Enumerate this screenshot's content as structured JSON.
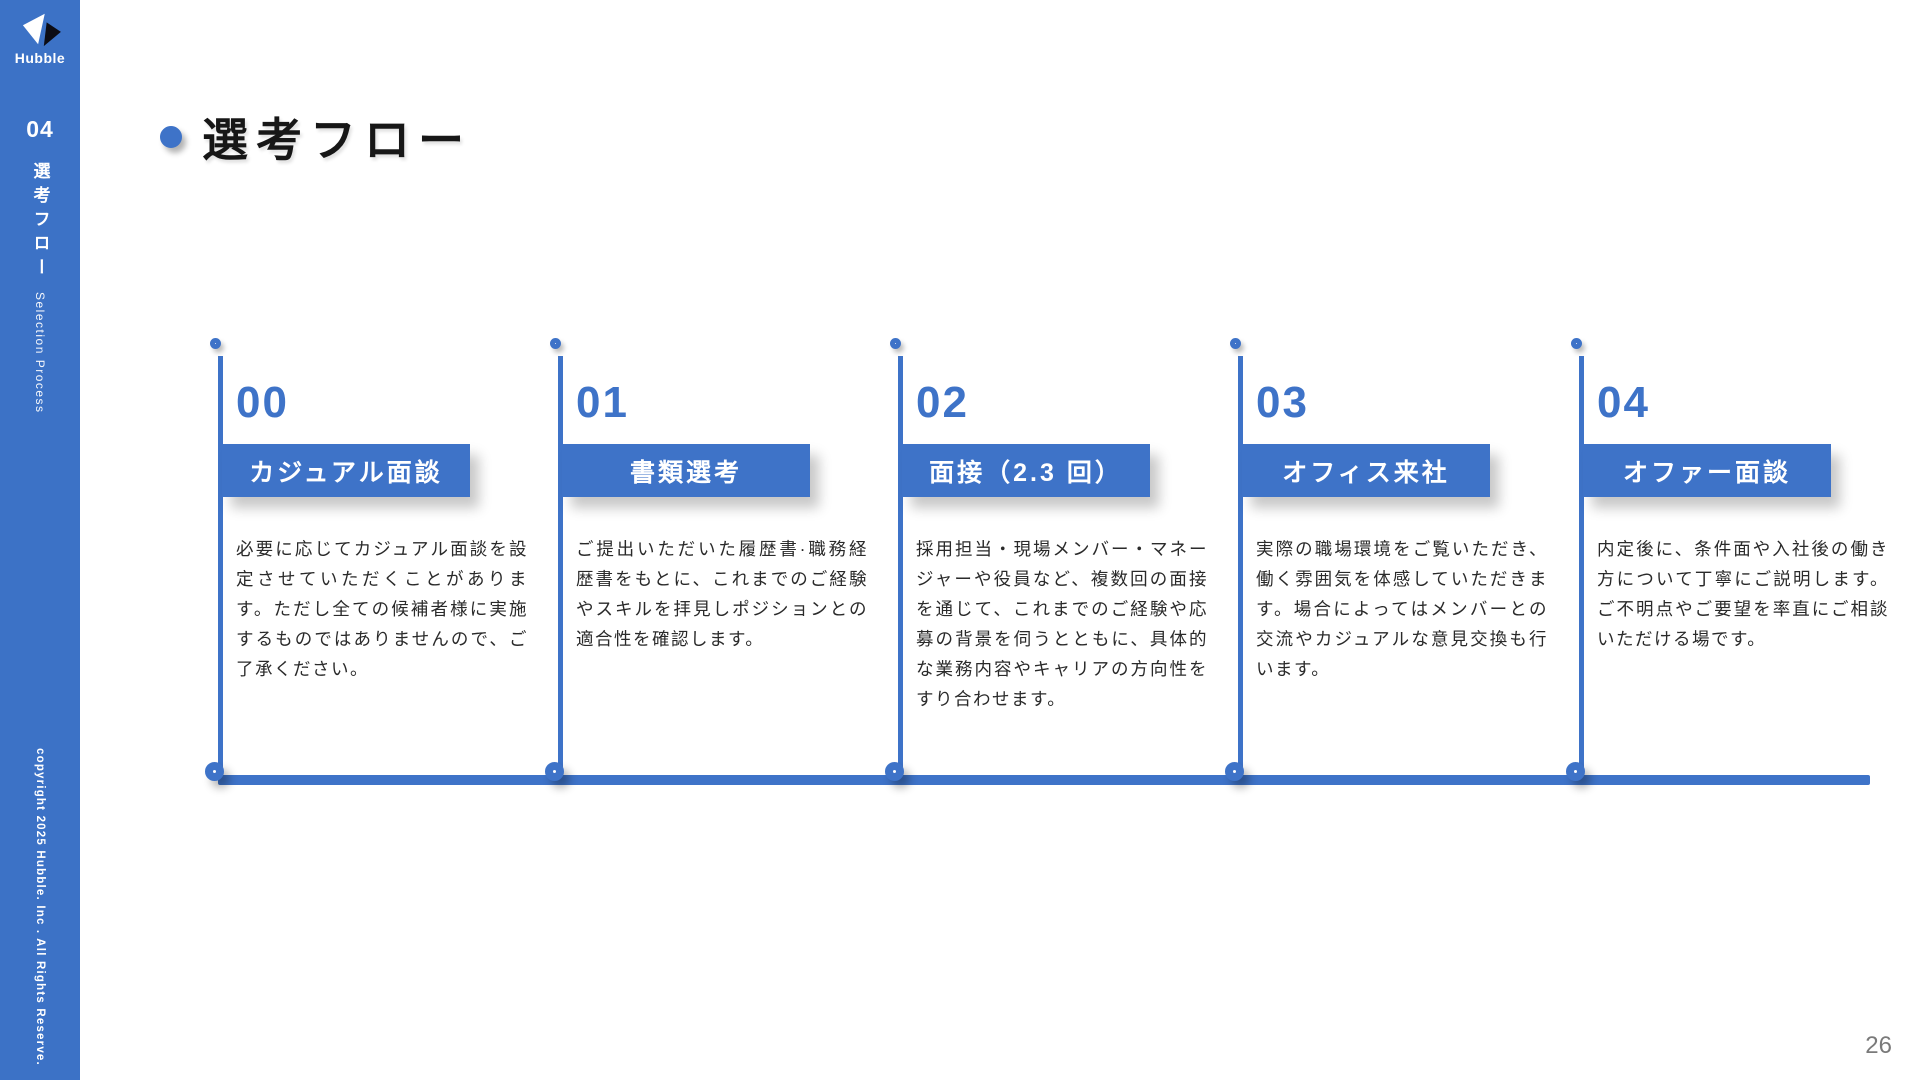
{
  "slide": {
    "page_number": "26",
    "colors": {
      "accent": "#3e73c8",
      "sidebar_bg": "#3c72c6",
      "bar_text": "#ffffff",
      "body_text": "#2a2a2a",
      "page_number_text": "#7a7a7a"
    }
  },
  "sidebar": {
    "logo_text": "Hubble",
    "section_number": "04",
    "section_title": "選考フロー",
    "section_subtitle": "Selection Process",
    "copyright": "copyright 2025 Hubble. Inc . All Rights Reserve."
  },
  "header": {
    "title": "選考フロー"
  },
  "timeline": {
    "steps": [
      {
        "number": "00",
        "label": "カジュアル面談",
        "description": "必要に応じてカジュアル面談を設定させていただくことがあります。ただし全ての候補者様に実施するものではありませんので、ご了承ください。"
      },
      {
        "number": "01",
        "label": "書類選考",
        "description": "ご提出いただいた履歴書·職務経歴書をもとに、これまでのご経験やスキルを拝見しポジションとの適合性を確認します。"
      },
      {
        "number": "02",
        "label": "面接（2.3 回）",
        "description": "採用担当・現場メンバー・マネージャーや役員など、複数回の面接を通じて、これまでのご経験や応募の背景を伺うとともに、具体的な業務内容やキャリアの方向性をすり合わせます。"
      },
      {
        "number": "03",
        "label": "オフィス来社",
        "description": "実際の職場環境をご覧いただき、働く雰囲気を体感していただきます。場合によってはメンバーとの交流やカジュアルな意見交換も行います。"
      },
      {
        "number": "04",
        "label": "オファー面談",
        "description": "内定後に、条件面や入社後の働き方について丁寧にご説明します。ご不明点やご要望を率直にご相談いただける場です。"
      }
    ]
  }
}
